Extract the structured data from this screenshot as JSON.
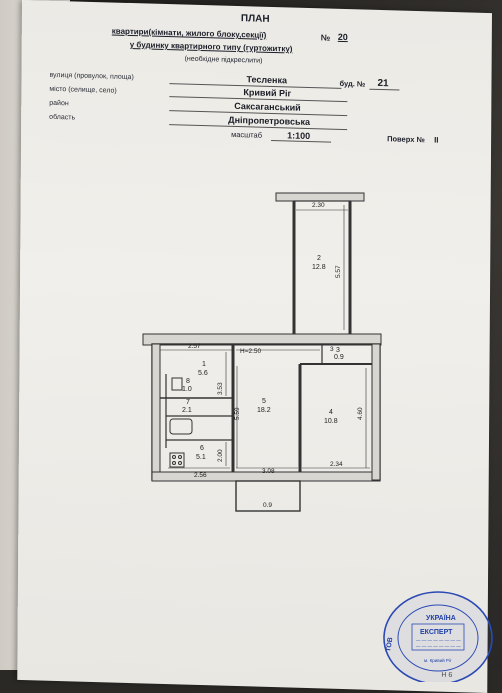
{
  "header": {
    "title": "ПЛАН",
    "line1": "квартири(кімнати, жилого блоку,секції)",
    "apartment_label": "№",
    "apartment_no": "20",
    "line2": "у будинку квартирного типу (гуртожитку)",
    "line3": "(необхідне підкреслити)"
  },
  "address": {
    "street_label": "вулиця (провулок, площа)",
    "street_value": "Тесленка",
    "building_label": "буд. №",
    "building_value": "21",
    "city_label": "місто (селище, село)",
    "city_value": "Кривий Ріг",
    "district_label": "район",
    "district_value": "Саксаганський",
    "region_label": "область",
    "region_value": "Дніпропетровська",
    "scale_label": "масштаб",
    "scale_value": "1:100",
    "floor_label": "Поверх №",
    "floor_value": "II"
  },
  "plan": {
    "dims": {
      "balcony_width": "2.30",
      "balcony_depth": "5.57",
      "room1_width": "2.57",
      "room5_width": "H=2.50",
      "closet_width": "3",
      "room1_depth": "3.53",
      "room5_depth": "5.59",
      "room4_depth": "4.60",
      "kitchen_depth": "2.00",
      "bottom_left": "2.56",
      "bottom_mid": "3.08",
      "bottom_right": "2.34",
      "entry": "0.9"
    },
    "rooms": [
      {
        "no": "1",
        "area": "5.6"
      },
      {
        "no": "2",
        "area": "12.8"
      },
      {
        "no": "3",
        "area": "0.9"
      },
      {
        "no": "4",
        "area": "10.8"
      },
      {
        "no": "5",
        "area": "18.2"
      },
      {
        "no": "6",
        "area": "5.1"
      },
      {
        "no": "7",
        "area": "2.1"
      },
      {
        "no": "8",
        "area": "1.0"
      }
    ]
  },
  "stamp": {
    "country": "УКРАЇНА",
    "title": "ЕКСПЕРТ",
    "side": "ТОВ",
    "bottom": "м. Кривий Ріг"
  },
  "footer": {
    "corner": "H 6"
  }
}
